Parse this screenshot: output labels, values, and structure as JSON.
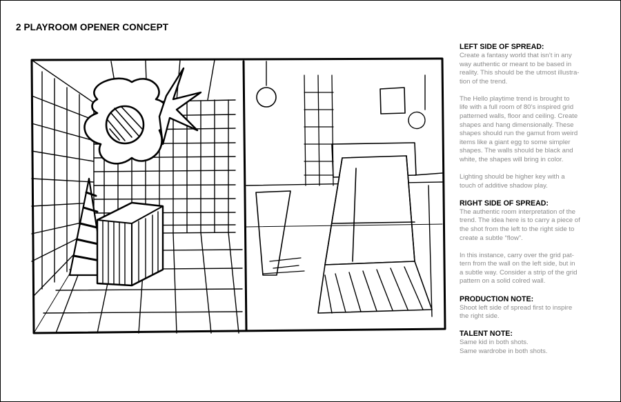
{
  "page": {
    "title": "2 PLAYROOM OPENER CONCEPT"
  },
  "notes": {
    "left_side": {
      "heading": "LEFT SIDE OF SPREAD:",
      "paragraphs": [
        "Create a fantasy world that isn’t in any\nway authentic or meant to be based in\nreality. This should be the utmost illustra-\ntion of the trend.",
        "The Hello playtime trend is brought to\nlife with a full room of 80’s inspired grid\npatterned walls, floor and ceiling. Create\nshapes and hang dimensionally. These\nshapes should run the gamut from weird\nitems like a giant egg to some simpler\nshapes. The walls should be black and\nwhite, the shapes will bring in color.",
        "Lighting should be higher key with a\ntouch of additive shadow play."
      ]
    },
    "right_side": {
      "heading": "RIGHT SIDE OF SPREAD:",
      "paragraphs": [
        "The authentic room interpretation of the\ntrend. The idea here is to carry a piece of\nthe shot from the left to the right side to\ncreate a subtle “flow”.",
        "In this instance, carry over the grid pat-\ntern from the wall on the left side, but in\na subtle way. Consider a strip of the grid\npattern on a solid colred wall."
      ]
    },
    "production": {
      "heading": "PRODUCTION NOTE:",
      "paragraphs": [
        "Shoot left side of spread first to inspire\nthe right side."
      ]
    },
    "talent": {
      "heading": "TALENT NOTE:",
      "paragraphs": [
        "Same kid in both shots.\nSame wardrobe in both shots."
      ]
    }
  },
  "colors": {
    "ink": "#000000",
    "note_text": "#8a8a8a",
    "paper": "#ffffff"
  }
}
